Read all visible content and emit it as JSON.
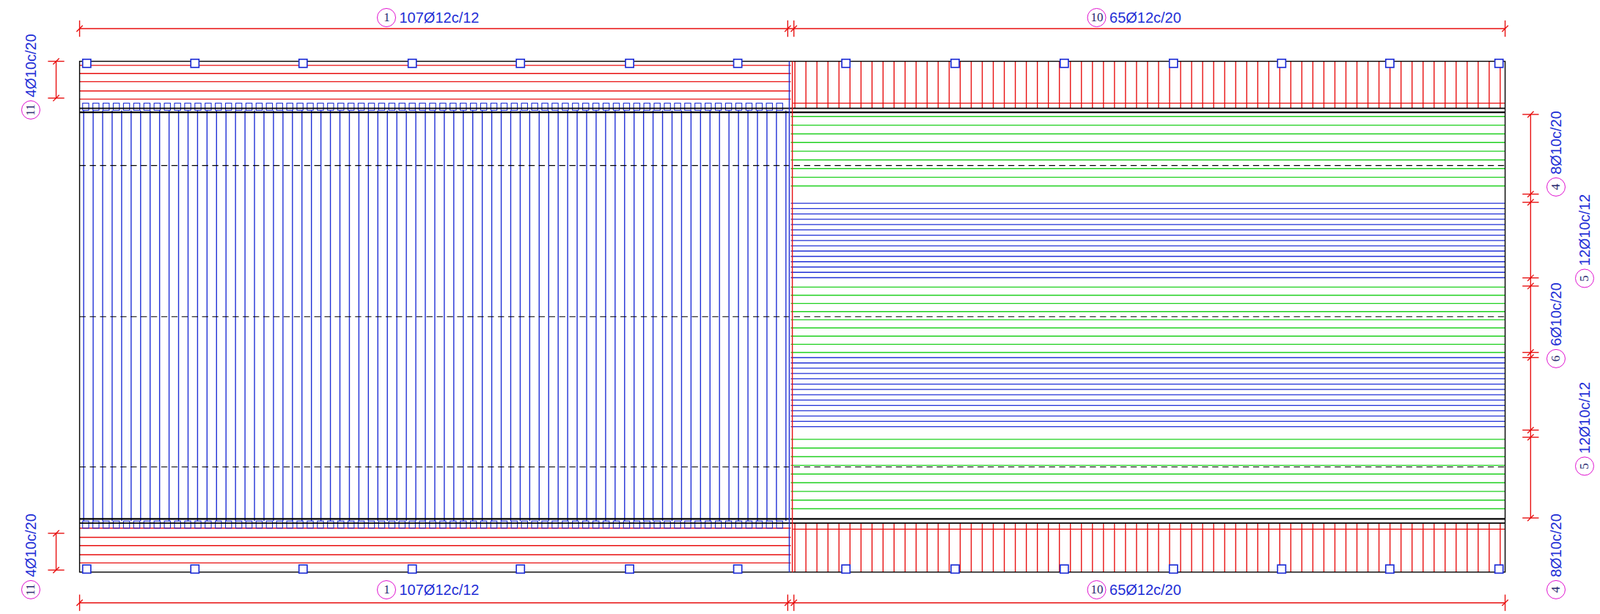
{
  "diagram": {
    "labels": [
      "1",
      "107Ø12c/12",
      "10",
      "65Ø12c/20",
      "11",
      "4Ø10c/20",
      "4",
      "8Ø10c/20",
      "5",
      "12Ø10c/12",
      "6",
      "6Ø10c/20",
      "5",
      "12Ø10c/12",
      "4",
      "8Ø10c/20",
      "11",
      "4Ø10c/20",
      "1",
      "107Ø12c/12",
      "10",
      "65Ø12c/20"
    ]
  }
}
